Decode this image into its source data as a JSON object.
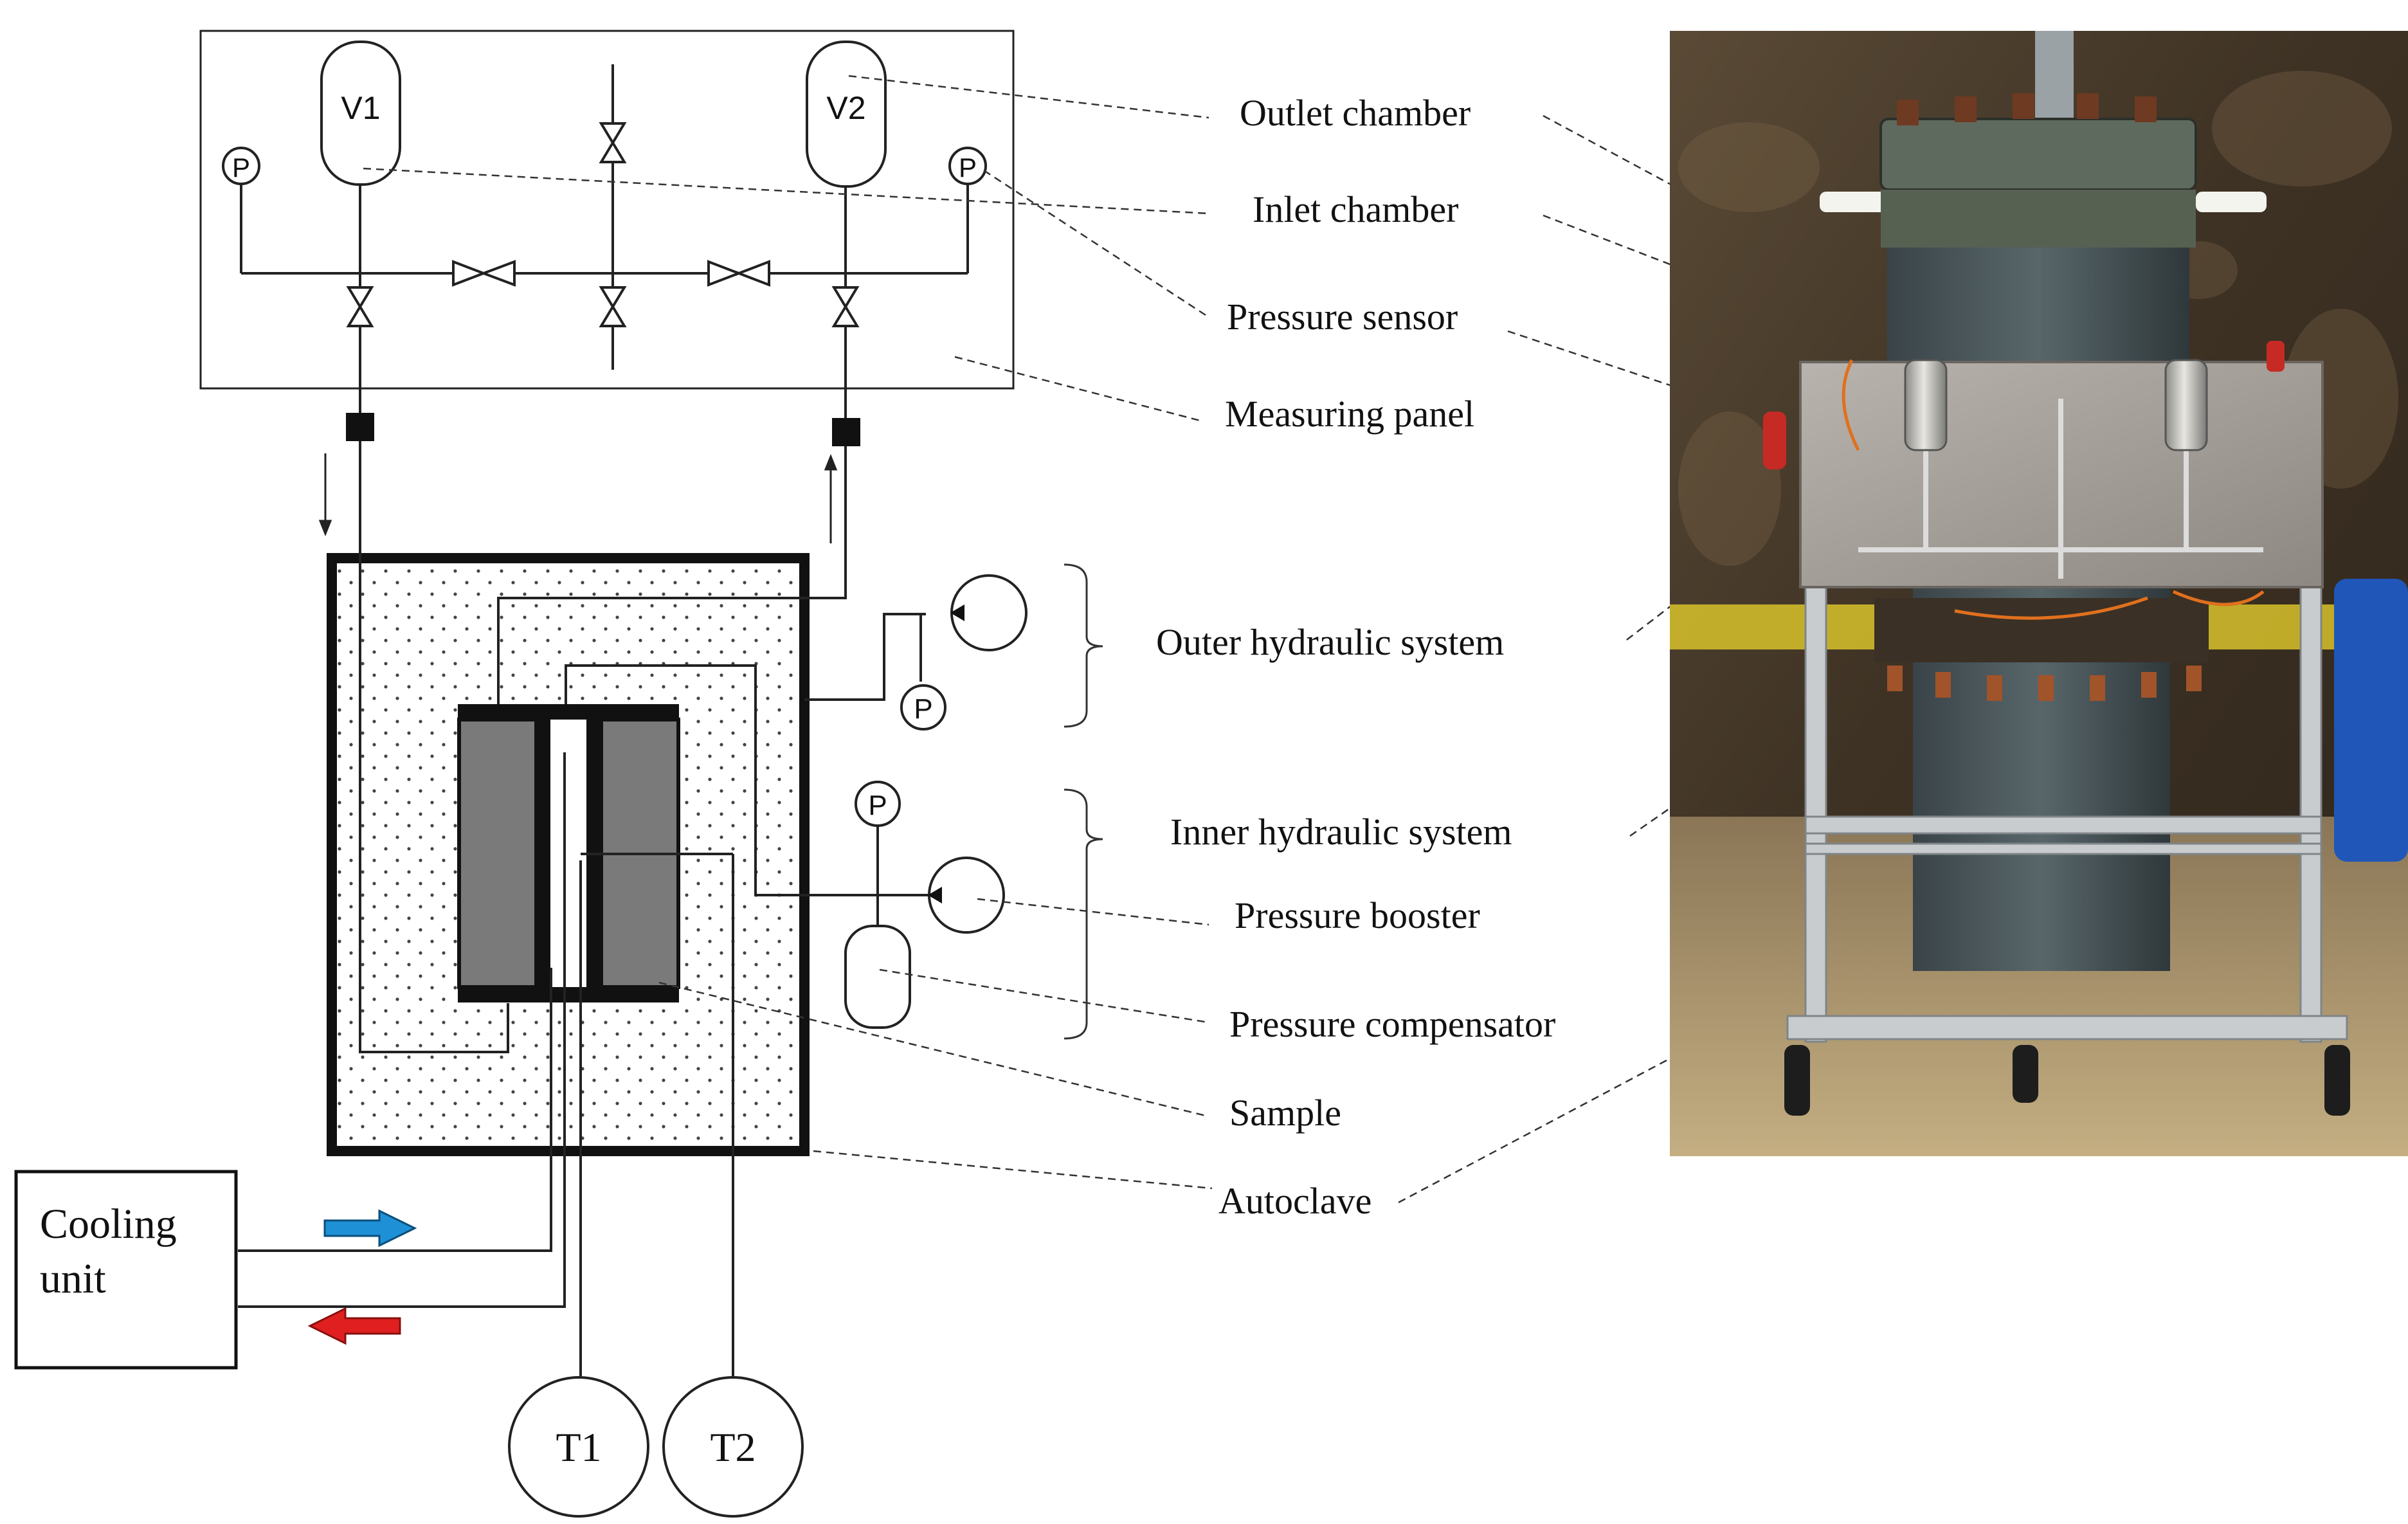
{
  "schematic": {
    "vessels": {
      "v1": "V1",
      "v2": "V2"
    },
    "pressure_symbol": "P",
    "cooling_unit": {
      "line1": "Cooling",
      "line2": "unit"
    },
    "thermometers": {
      "t1": "T1",
      "t2": "T2"
    },
    "flow_colors": {
      "supply": "#1e90d6",
      "return": "#e02020"
    }
  },
  "labels": {
    "outlet_chamber": "Outlet chamber",
    "inlet_chamber": "Inlet chamber",
    "pressure_sensor": "Pressure sensor",
    "measuring_panel": "Measuring panel",
    "outer_hydraulic_system": "Outer hydraulic system",
    "inner_hydraulic_system": "Inner hydraulic system",
    "pressure_booster": "Pressure booster",
    "pressure_compensator": "Pressure compensator",
    "sample": "Sample",
    "autoclave": "Autoclave"
  },
  "photo": {
    "icon": "apparatus-photo-icon"
  }
}
